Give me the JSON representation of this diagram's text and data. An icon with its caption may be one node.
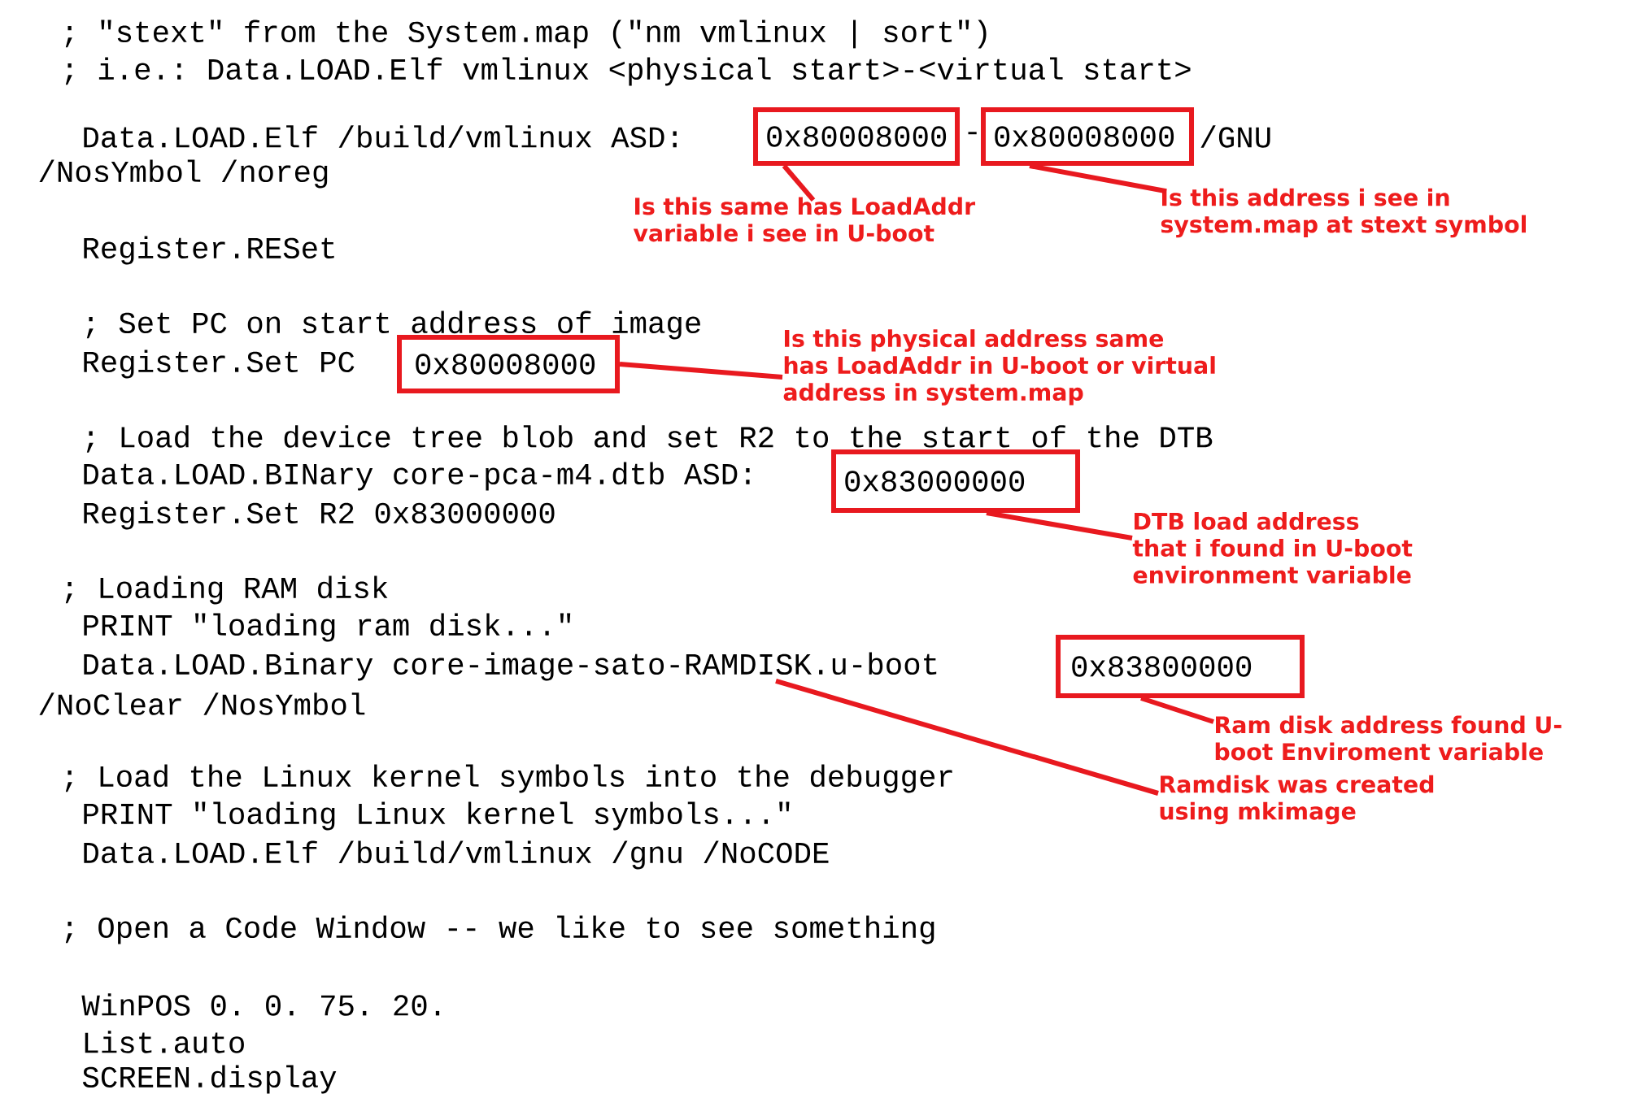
{
  "diagram": {
    "nodes": [
      {
        "text": [
          "0x80008000"
        ]
      },
      {
        "text": [
          "0x80008000"
        ]
      },
      {
        "text": [
          "Is this same has LoadAddr variable i see in U-boot"
        ]
      },
      {
        "text": [
          "Is this address i see in system.map at stext symbol"
        ]
      },
      {
        "text": [
          "0x80008000"
        ]
      },
      {
        "text": [
          "Is this physical address same has LoadAddr in U-boot or virtual address in system.map"
        ]
      },
      {
        "text": [
          "0x83000000"
        ]
      },
      {
        "text": [
          "DTB load address that i found in U-boot environment variable"
        ]
      },
      {
        "text": [
          "Data.LOAD.Binary core-image-sato-RAMDISK.u-boot"
        ]
      },
      {
        "text": [
          "0x83800000"
        ]
      },
      {
        "text": [
          "Ram disk address found U-boot Enviroment variable"
        ]
      },
      {
        "text": [
          "Ramdisk was created using mkimage"
        ]
      }
    ],
    "edges": [
      {
        "from": 2,
        "to": 0,
        "arrow": "none"
      },
      {
        "from": 3,
        "to": 1,
        "arrow": "none"
      },
      {
        "from": 5,
        "to": 4,
        "arrow": "none"
      },
      {
        "from": 7,
        "to": 6,
        "arrow": "none"
      },
      {
        "from": 10,
        "to": 9,
        "arrow": "none"
      },
      {
        "from": 11,
        "to": 8,
        "arrow": "none"
      }
    ],
    "labels": [
      "; \"stext\" from the System.map (\"nm vmlinux | sort\")",
      "; i.e.: Data.LOAD.Elf vmlinux <physical start>-<virtual start>",
      "Data.LOAD.Elf /build/vmlinux ASD:",
      "-",
      "/GNU",
      "/NosYmbol /noreg",
      "Register.RESet",
      "; Set PC on start address of image",
      "Register.Set PC",
      "; Load the device tree blob and set R2 to the start of the DTB",
      "Data.LOAD.BINary core-pca-m4.dtb ASD:",
      "Register.Set R2 0x83000000",
      "; Loading RAM disk",
      "PRINT \"loading ram disk...\"",
      "/NoClear /NosYmbol",
      "; Load the Linux kernel symbols into the debugger",
      "PRINT \"loading Linux kernel symbols...\"",
      "Data.LOAD.Elf /build/vmlinux /gnu /NoCODE",
      "; Open a Code Window -- we like to see something",
      "WinPOS 0. 0. 75. 20.",
      "List.auto",
      "SCREEN.display"
    ]
  }
}
